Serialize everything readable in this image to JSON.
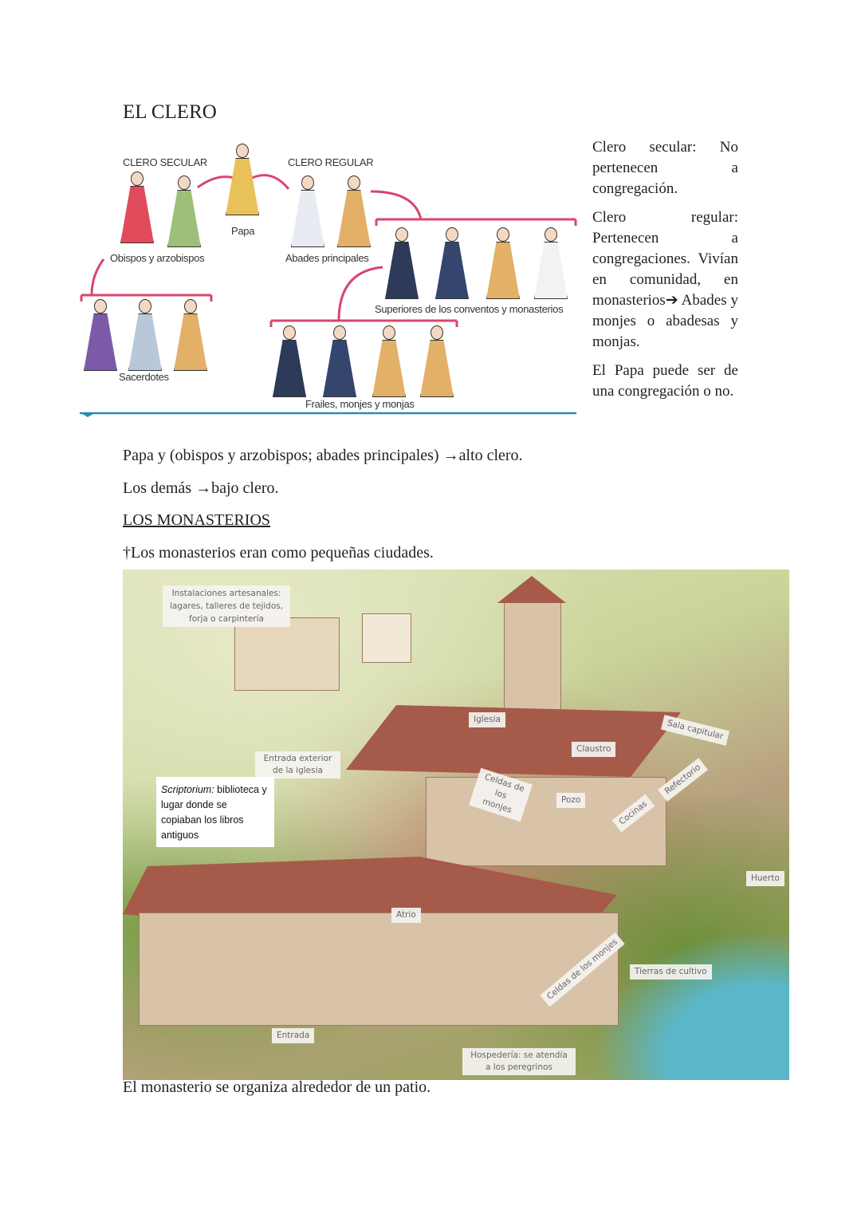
{
  "heading": "EL CLERO",
  "diagram": {
    "clero_secular": "CLERO SECULAR",
    "clero_regular": "CLERO REGULAR",
    "papa": "Papa",
    "obispos": "Obispos y arzobispos",
    "abades": "Abades principales",
    "sacerdotes": "Sacerdotes",
    "superiores": "Superiores de los conventos y monasterios",
    "frailes": "Frailes, monjes y monjas",
    "line_color": "#d9466e",
    "rule_color": "#2a8bb0"
  },
  "side": {
    "p1": "Clero secular: No pertenecen a congregación.",
    "p2": "Clero regular: Pertenecen a congregaciones. Vivían en comunidad, en monasterios➔ Abades y monjes o abadesas y monjas.",
    "p3": "El Papa puede ser de una congregación o no."
  },
  "body": {
    "alto": "Papa y (obispos y arzobispos; abades principales) →alto clero.",
    "bajo": "Los demás →bajo clero.",
    "subheading": "LOS MONASTERIOS",
    "intro": "†Los monasterios eran como pequeñas ciudades.",
    "caption": "El monasterio se organiza alrededor de un patio."
  },
  "monastery": {
    "instalaciones": "Instalaciones artesanales: lagares, talleres de tejidos, forja o carpintería",
    "iglesia": "Iglesia",
    "sala": "Sala capitular",
    "claustro": "Claustro",
    "entrada_ext": "Entrada exterior de la iglesia",
    "celdas1": "Celdas de los monjes",
    "pozo": "Pozo",
    "cocinas": "Cocinas",
    "refectorio": "Refectorio",
    "scriptorium_term": "Scriptorium:",
    "scriptorium_text": " biblioteca y lugar donde se copiaban los libros antiguos",
    "huerto": "Huerto",
    "atrio": "Atrio",
    "celdas2": "Celdas de los monjes",
    "tierras": "Tierras de cultivo",
    "entrada": "Entrada",
    "hospederia": "Hospedería: se atendía a los peregrinos"
  }
}
